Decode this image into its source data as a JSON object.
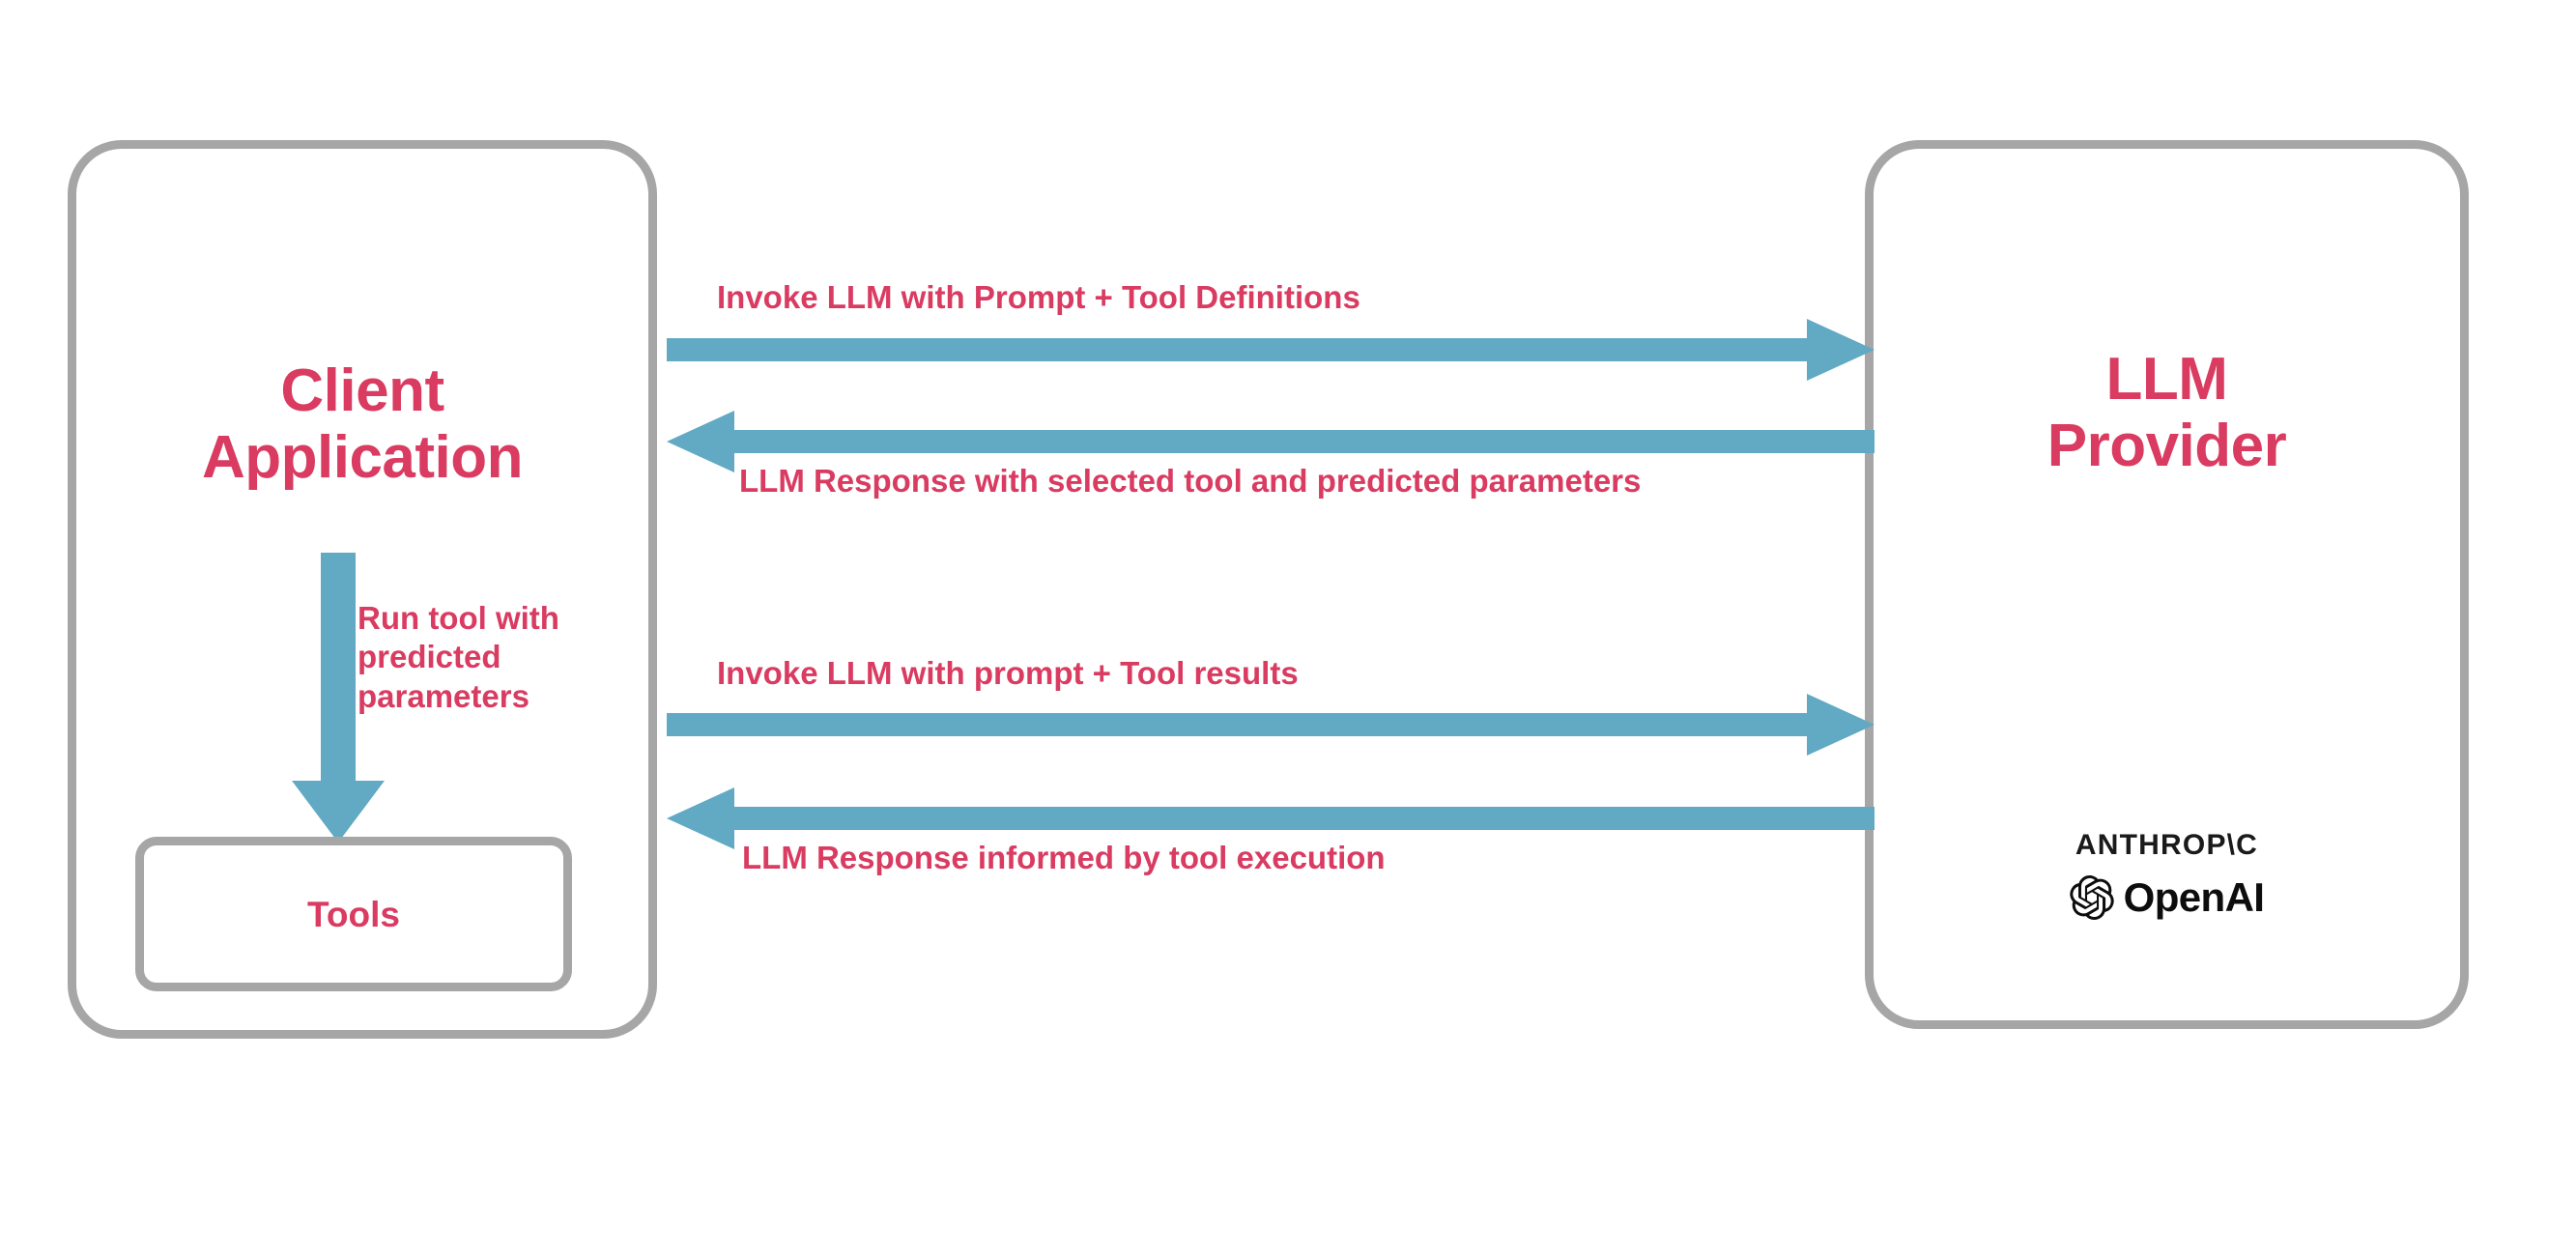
{
  "diagram": {
    "title": "LLM tool-calling interaction flow",
    "type": "sequence-flow",
    "background_color": "#ffffff",
    "accent_text_color": "#d93b61",
    "arrow_color": "#62a9c4",
    "border_color": "#a6a6a6"
  },
  "nodes": {
    "client": {
      "title": "Client\nApplication",
      "inner": {
        "label": "Tools"
      }
    },
    "provider": {
      "title": "LLM\nProvider",
      "brands": {
        "anthropic": "ANTHROP\\C",
        "openai": "OpenAI"
      }
    }
  },
  "internal_flow": {
    "label": "Run tool with\npredicted\nparameters",
    "direction": "down",
    "from": "Client Application",
    "to": "Tools"
  },
  "messages": [
    {
      "id": "invoke-1",
      "label": "Invoke LLM with Prompt + Tool Definitions",
      "direction": "right",
      "from": "Client Application",
      "to": "LLM Provider"
    },
    {
      "id": "response-1",
      "label": "LLM Response with selected tool and predicted parameters",
      "direction": "left",
      "from": "LLM Provider",
      "to": "Client Application"
    },
    {
      "id": "invoke-2",
      "label": "Invoke LLM with prompt + Tool results",
      "direction": "right",
      "from": "Client Application",
      "to": "LLM Provider"
    },
    {
      "id": "response-2",
      "label": "LLM Response informed by tool execution",
      "direction": "left",
      "from": "LLM Provider",
      "to": "Client Application"
    }
  ]
}
